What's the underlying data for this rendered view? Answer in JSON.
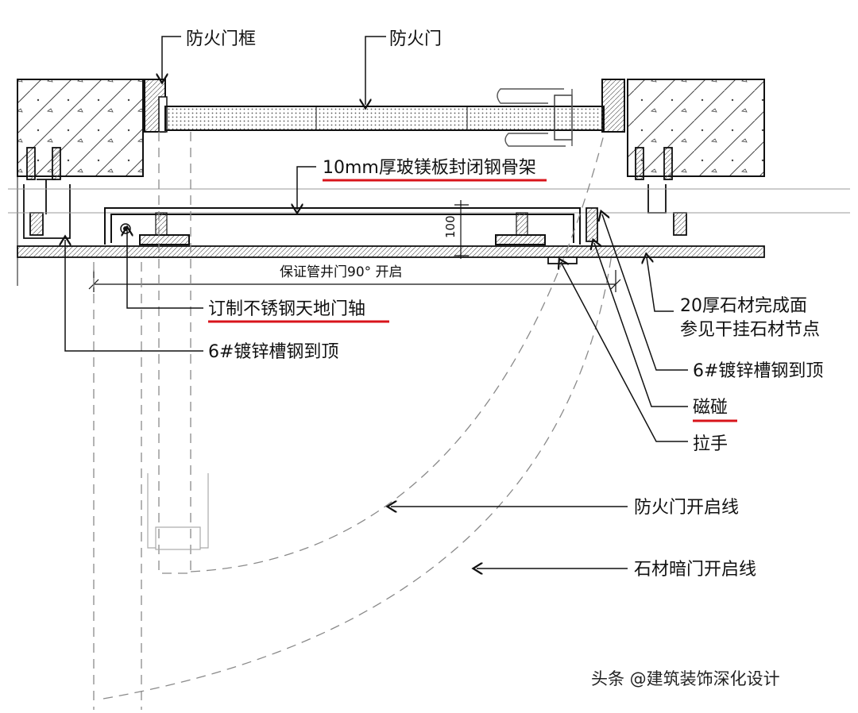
{
  "labels": {
    "door_frame": "防火门框",
    "fire_door": "防火门",
    "steel_frame": "10mm厚玻镁板封闭钢骨架",
    "hinge": "订制不锈钢天地门轴",
    "channel_left": "6#镀锌槽钢到顶",
    "stone_finish_1": "20厚石材完成面",
    "stone_finish_2": "参见干挂石材节点",
    "channel_right": "6#镀锌槽钢到顶",
    "magnet": "磁碰",
    "handle": "拉手",
    "fire_door_swing": "防火门开启线",
    "stone_door_swing": "石材暗门开启线"
  },
  "dimensions": {
    "depth_100": "100",
    "open_90": "保证管井门90° 开启"
  },
  "watermark": "头条 @建筑装饰深化设计",
  "colors": {
    "ink": "#111111",
    "highlight_underline": "#d8141b",
    "hatch": "#555555",
    "dashed": "#8a8a8a"
  }
}
